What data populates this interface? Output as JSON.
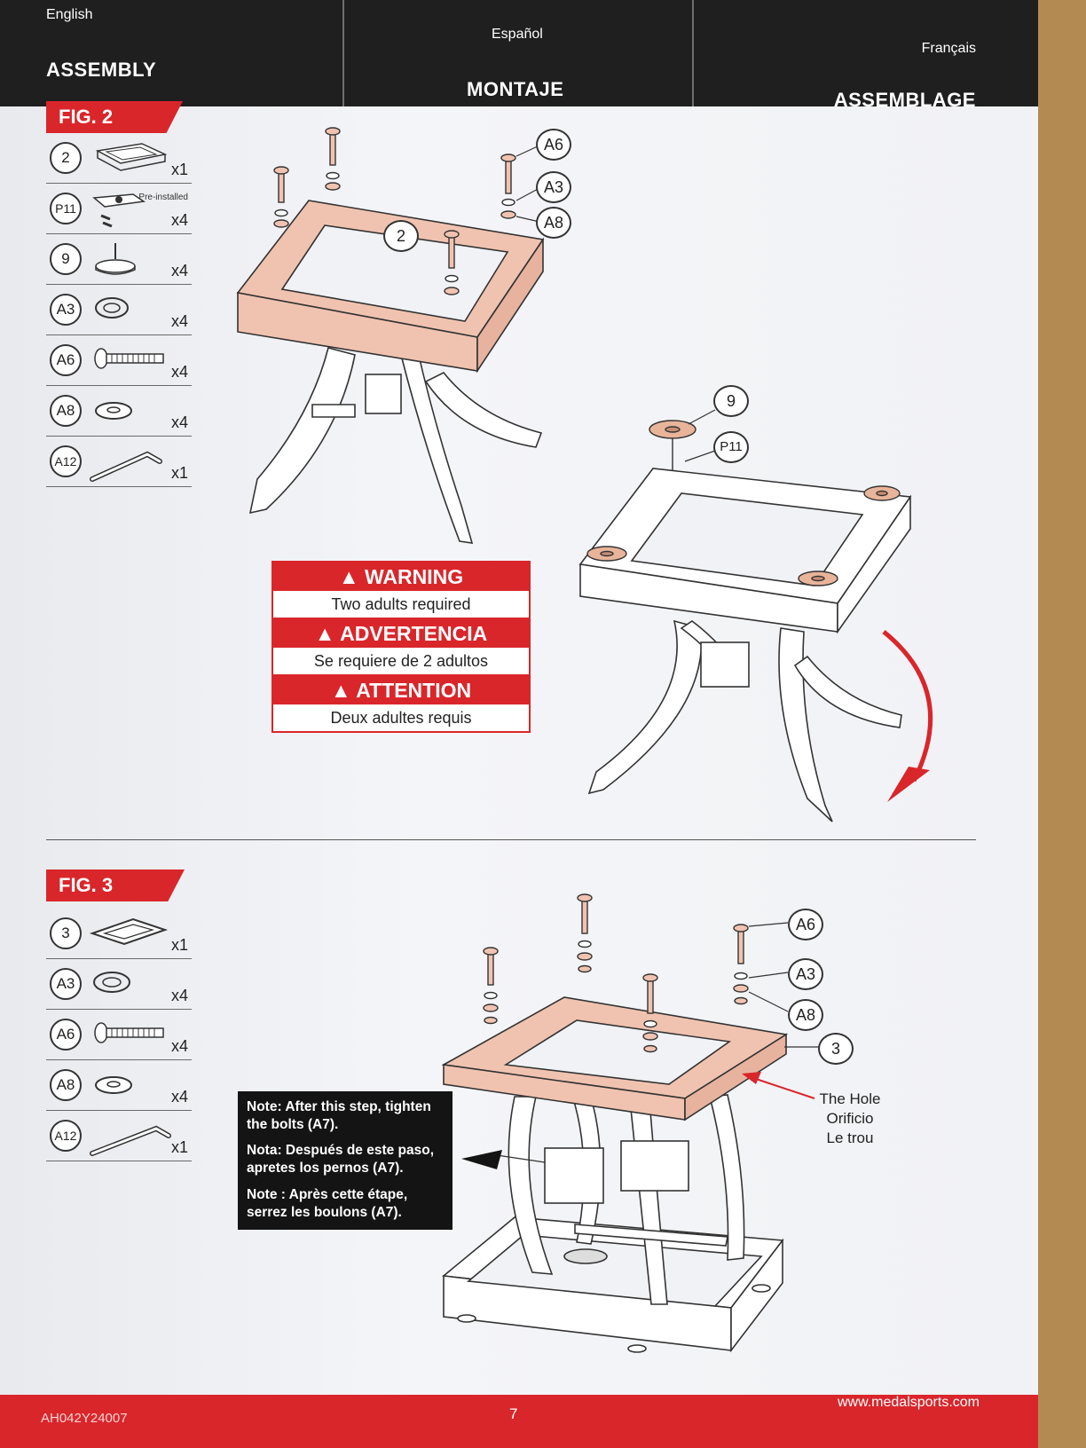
{
  "header": {
    "english": {
      "lang": "English",
      "title": "ASSEMBLY"
    },
    "spanish": {
      "lang": "Español",
      "title": "MONTAJE"
    },
    "french": {
      "lang": "Français",
      "title": "ASSEMBLAGE"
    }
  },
  "fig2": {
    "label": "FIG. 2",
    "parts": [
      {
        "id": "2",
        "qty": "x1"
      },
      {
        "id": "P11",
        "qty": "x4",
        "note": "Pre-installed"
      },
      {
        "id": "9",
        "qty": "x4"
      },
      {
        "id": "A3",
        "qty": "x4"
      },
      {
        "id": "A6",
        "qty": "x4"
      },
      {
        "id": "A8",
        "qty": "x4"
      },
      {
        "id": "A12",
        "qty": "x1"
      }
    ],
    "callouts": {
      "a6": "A6",
      "a3": "A3",
      "a8": "A8",
      "frame": "2",
      "foot": "9",
      "p11": "P11"
    }
  },
  "warning": {
    "en_head": "WARNING",
    "en_text": "Two adults required",
    "es_head": "ADVERTENCIA",
    "es_text": "Se requiere de 2 adultos",
    "fr_head": "ATTENTION",
    "fr_text": "Deux adultes requis",
    "icon": "warning-triangle-icon"
  },
  "fig3": {
    "label": "FIG. 3",
    "parts": [
      {
        "id": "3",
        "qty": "x1"
      },
      {
        "id": "A3",
        "qty": "x4"
      },
      {
        "id": "A6",
        "qty": "x4"
      },
      {
        "id": "A8",
        "qty": "x4"
      },
      {
        "id": "A12",
        "qty": "x1"
      }
    ],
    "callouts": {
      "a6": "A6",
      "a3": "A3",
      "a8": "A8",
      "frame": "3"
    },
    "hole": {
      "en": "The Hole",
      "es": "Orificio",
      "fr": "Le trou"
    },
    "note": {
      "en": "Note: After this step, tighten the bolts (A7).",
      "es": "Nota: Después de este paso, apretes los pernos (A7).",
      "fr": "Note : Après cette étape, serrez les boulons (A7)."
    }
  },
  "footer": {
    "code": "AH042Y24007",
    "page": "7",
    "url": "www.medalsports.com"
  },
  "colors": {
    "accent": "#d9262b",
    "header": "#1f1f1f",
    "wood": "#f0c3b0"
  }
}
